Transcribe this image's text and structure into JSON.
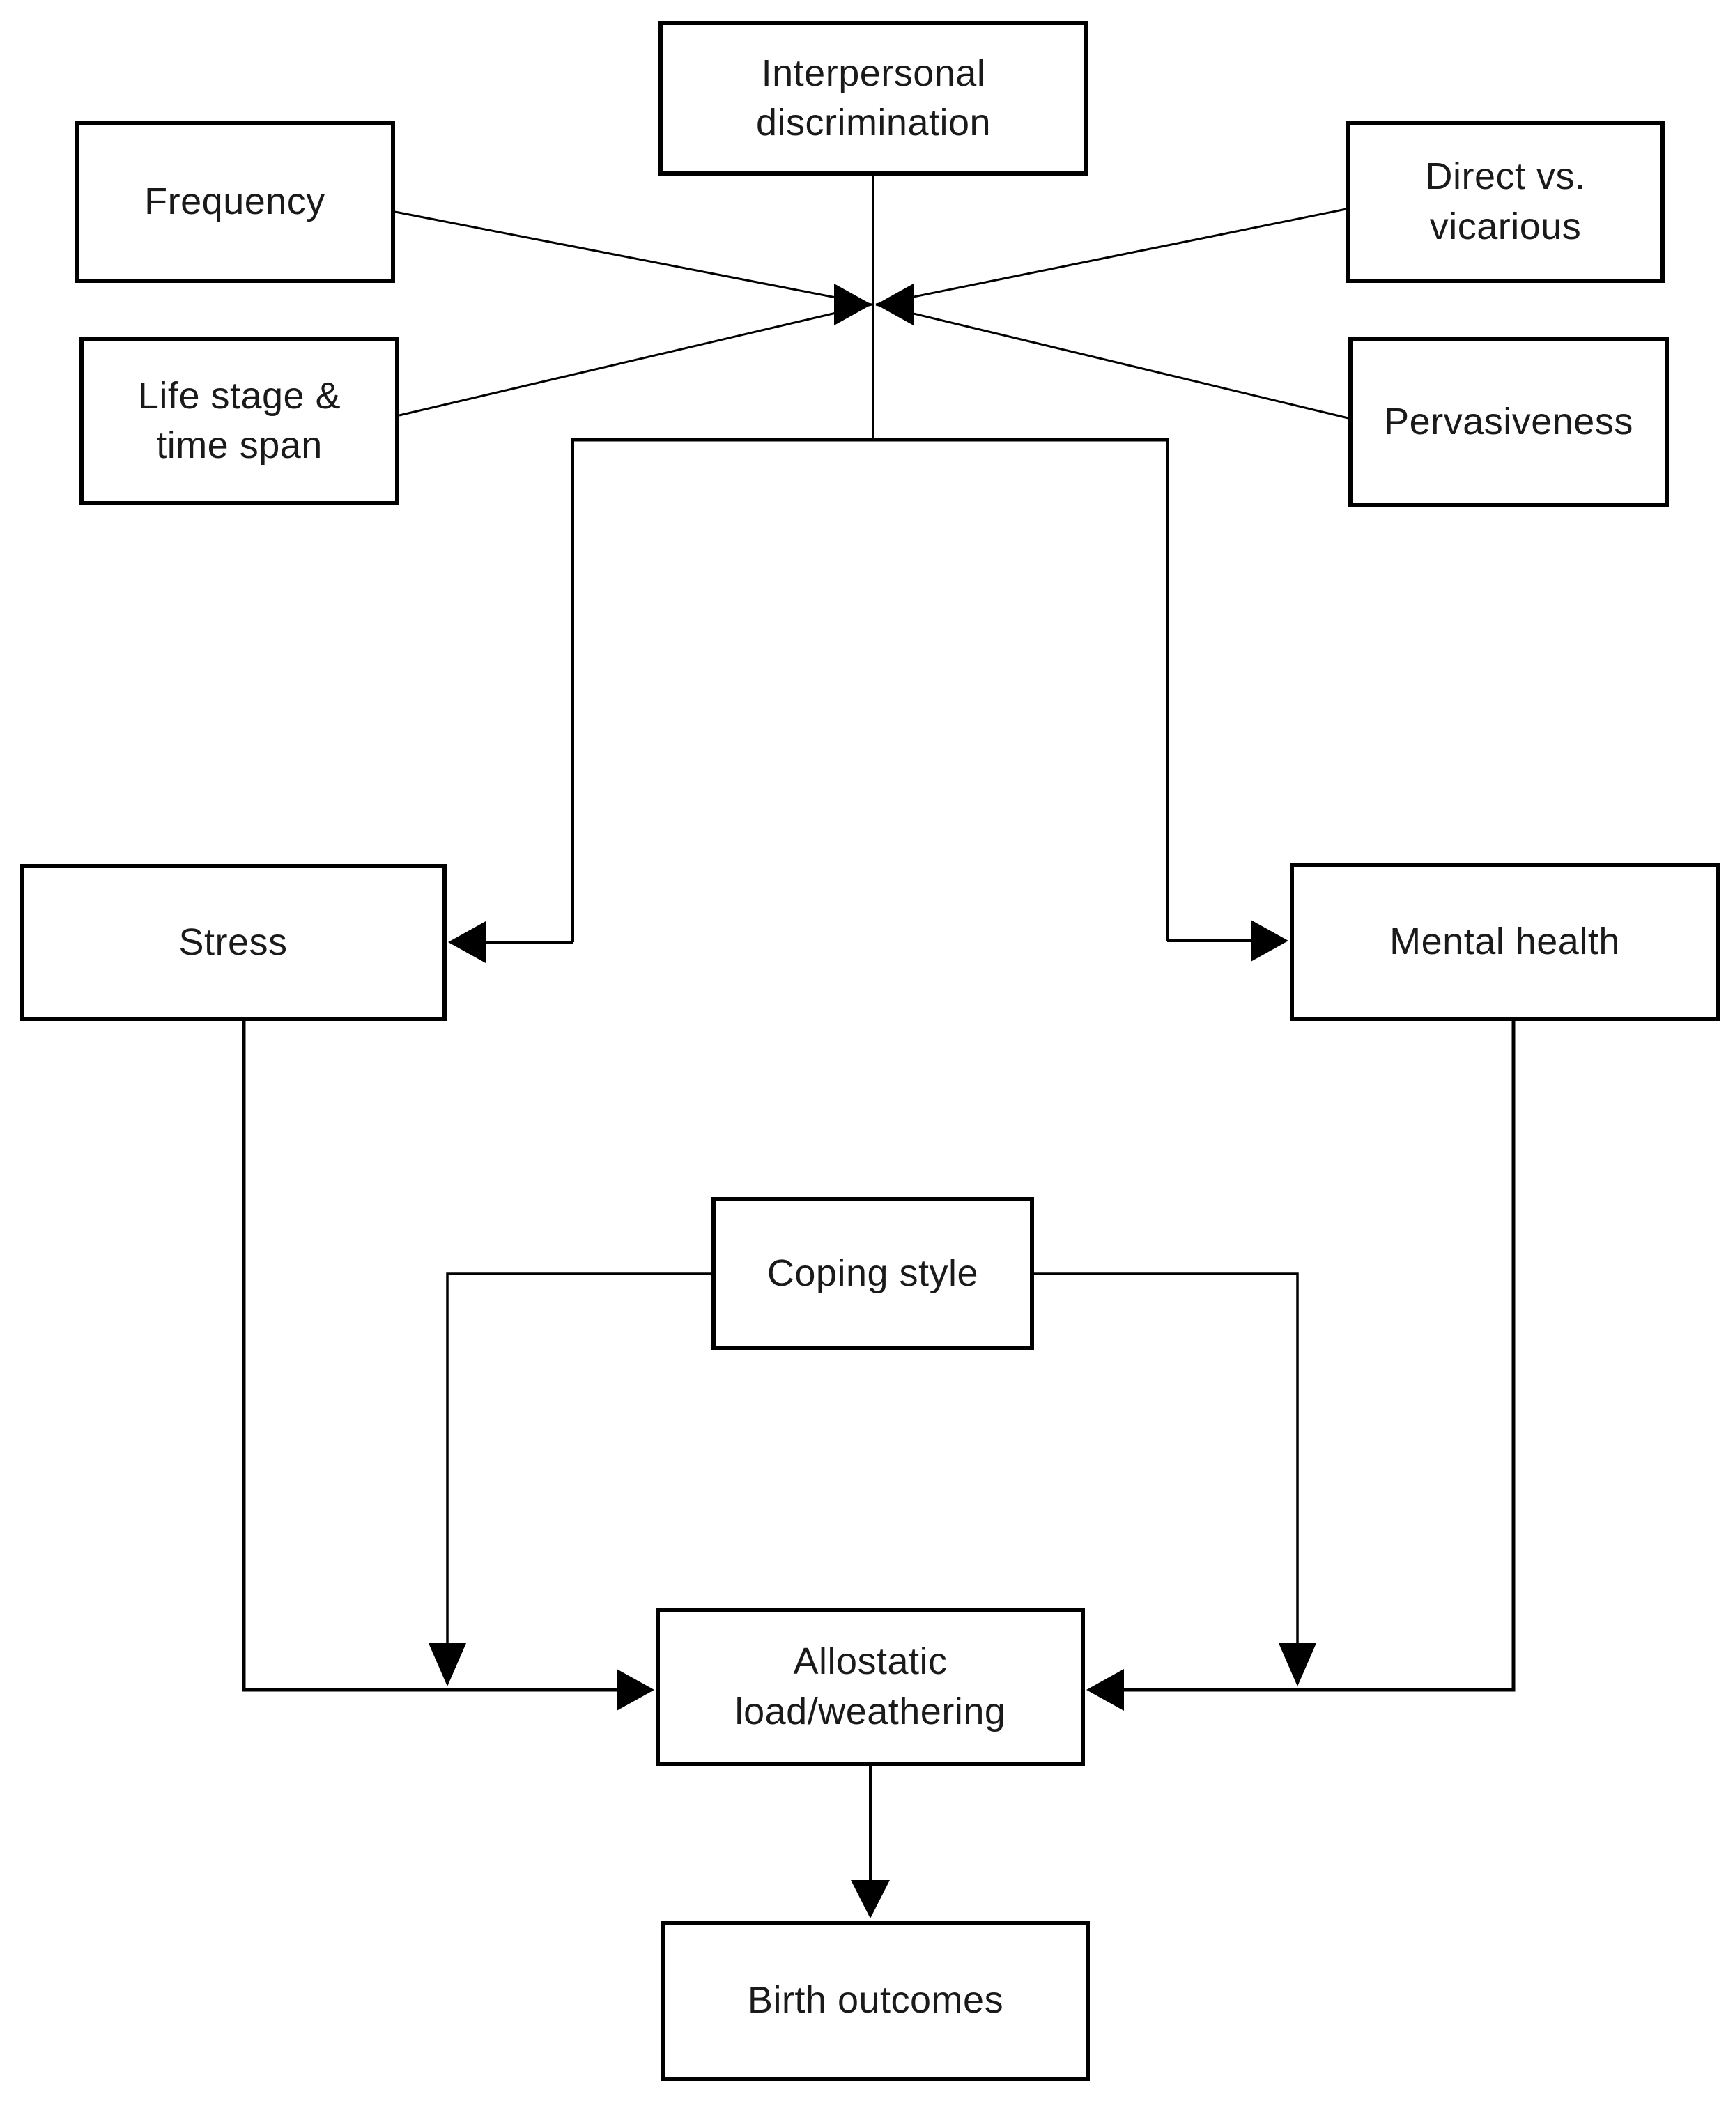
{
  "canvas": {
    "background_color": "#ffffff",
    "line_color": "#000000",
    "text_color": "#1a1a1a"
  },
  "nodes": {
    "interpersonal": {
      "label": "Interpersonal\ndiscrimination"
    },
    "frequency": {
      "label": "Frequency"
    },
    "life_stage": {
      "label": "Life stage &\ntime span"
    },
    "direct_vicarious": {
      "label": "Direct vs.\nvicarious"
    },
    "pervasiveness": {
      "label": "Pervasiveness"
    },
    "stress": {
      "label": "Stress"
    },
    "mental_health": {
      "label": "Mental health"
    },
    "coping_style": {
      "label": "Coping style"
    },
    "allostatic": {
      "label": "Allostatic\nload/weathering"
    },
    "birth_outcomes": {
      "label": "Birth outcomes"
    }
  },
  "edges": [
    {
      "from": "frequency",
      "to": "interpersonal_discrimination_pathway",
      "style": "arrow-into-junction"
    },
    {
      "from": "life_stage",
      "to": "interpersonal_discrimination_pathway",
      "style": "arrow-into-junction"
    },
    {
      "from": "direct_vicarious",
      "to": "interpersonal_discrimination_pathway",
      "style": "arrow-into-junction"
    },
    {
      "from": "pervasiveness",
      "to": "interpersonal_discrimination_pathway",
      "style": "arrow-into-junction"
    },
    {
      "from": "interpersonal",
      "to": "stress",
      "style": "arrow"
    },
    {
      "from": "interpersonal",
      "to": "mental_health",
      "style": "arrow"
    },
    {
      "from": "stress",
      "to": "allostatic",
      "style": "arrow"
    },
    {
      "from": "mental_health",
      "to": "allostatic",
      "style": "arrow"
    },
    {
      "from": "coping_style",
      "to": "stress_to_allostatic_path",
      "style": "arrow"
    },
    {
      "from": "coping_style",
      "to": "mental_health_to_allostatic_path",
      "style": "arrow"
    },
    {
      "from": "allostatic",
      "to": "birth_outcomes",
      "style": "arrow"
    }
  ]
}
